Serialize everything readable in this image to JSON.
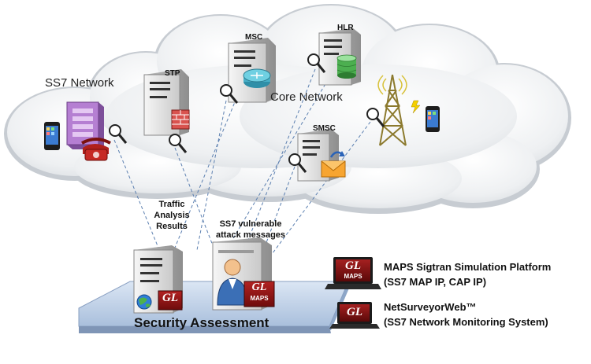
{
  "diagram": {
    "clouds": {
      "ss7_network": "SS7 Network",
      "core_network": "Core Network"
    },
    "nodes": {
      "stp": "STP",
      "msc": "MSC",
      "hlr": "HLR",
      "smsc": "SMSC"
    },
    "flow_labels": {
      "traffic_line1": "Traffic",
      "traffic_line2": "Analysis",
      "traffic_line3": "Results",
      "attack_line1": "SS7 vulnerable",
      "attack_line2": "attack messages"
    },
    "base_label": "Security Assessment",
    "badges": {
      "gl_text": "GL",
      "maps_text": "MAPS"
    },
    "legend": [
      {
        "line1": "MAPS Sigtran Simulation Platform",
        "line2": "(SS7 MAP IP, CAP IP)"
      },
      {
        "line1": "NetSurveyorWeb™",
        "line2": "(SS7 Network Monitoring System)"
      }
    ]
  }
}
